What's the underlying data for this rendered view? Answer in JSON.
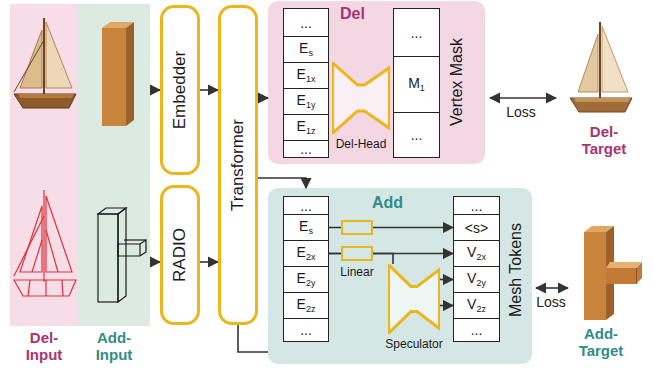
{
  "diagram": {
    "nodes": [
      {
        "text": [
          "Del- Input"
        ]
      },
      {
        "text": [
          "Add- Input"
        ]
      },
      {
        "text": [
          "Embedder"
        ]
      },
      {
        "text": [
          "RADIO"
        ]
      },
      {
        "text": [
          "Transformer"
        ]
      },
      {
        "text": [
          "Del"
        ]
      },
      {
        "text": [
          "..."
        ],
        "in": 5
      },
      {
        "text": [
          "Es"
        ],
        "in": 5
      },
      {
        "text": [
          "E1x"
        ],
        "in": 5
      },
      {
        "text": [
          "E1y"
        ],
        "in": 5
      },
      {
        "text": [
          "E1z"
        ],
        "in": 5
      },
      {
        "text": [
          "..."
        ],
        "in": 5
      },
      {
        "text": [
          "Del-Head"
        ],
        "in": 5
      },
      {
        "text": [
          "..."
        ],
        "in": 5
      },
      {
        "text": [
          "M1"
        ],
        "in": 5
      },
      {
        "text": [
          "..."
        ],
        "in": 5
      },
      {
        "text": [
          "Add"
        ]
      },
      {
        "text": [
          "..."
        ],
        "in": 16
      },
      {
        "text": [
          "Es"
        ],
        "in": 16
      },
      {
        "text": [
          "E2x"
        ],
        "in": 16
      },
      {
        "text": [
          "E2y"
        ],
        "in": 16
      },
      {
        "text": [
          "E2z"
        ],
        "in": 16
      },
      {
        "text": [
          "..."
        ],
        "in": 16
      },
      {
        "text": [
          "Speculator"
        ],
        "in": 16
      },
      {
        "text": [
          "..."
        ],
        "in": 16
      },
      {
        "text": [
          "<s>"
        ],
        "in": 16
      },
      {
        "text": [
          "V2x"
        ],
        "in": 16
      },
      {
        "text": [
          "V2y"
        ],
        "in": 16
      },
      {
        "text": [
          "V2z"
        ],
        "in": 16
      },
      {
        "text": [
          "..."
        ],
        "in": 16
      }
    ],
    "edges": [
      {
        "from": 1,
        "to": 2,
        "arrow": "to"
      },
      {
        "from": 1,
        "to": 3,
        "arrow": "to"
      },
      {
        "from": 2,
        "to": 4,
        "arrow": "to"
      },
      {
        "from": 3,
        "to": 4,
        "arrow": "to"
      },
      {
        "from": 4,
        "to": 5,
        "arrow": "to"
      },
      {
        "from": 4,
        "to": 16,
        "arrow": "to"
      },
      {
        "from": 4,
        "to": 16,
        "arrow": "none"
      },
      {
        "from": 18,
        "to": 25,
        "arrow": "to"
      },
      {
        "from": 19,
        "to": 26,
        "arrow": "to"
      },
      {
        "from": 19,
        "to": 23,
        "arrow": "none"
      },
      {
        "from": 23,
        "to": 27,
        "arrow": "to"
      },
      {
        "from": 23,
        "to": 28,
        "arrow": "to"
      }
    ],
    "labels": [
      "Vertex Mask",
      "Loss",
      "Del- Target",
      "Linear",
      "Mesh Tokens",
      "Loss",
      "Add- Target"
    ]
  }
}
